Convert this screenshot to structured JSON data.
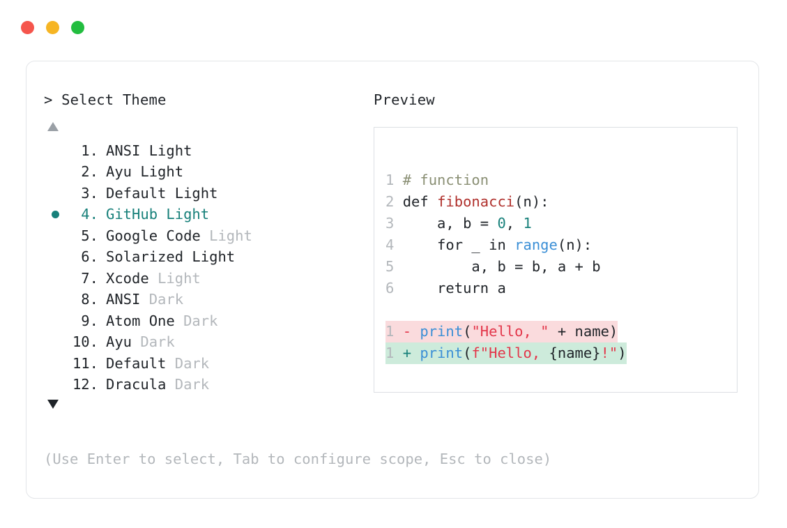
{
  "window": {
    "dots": [
      {
        "name": "close",
        "color": "#f5554c"
      },
      {
        "name": "minimize",
        "color": "#f6b524"
      },
      {
        "name": "maximize",
        "color": "#22bd3f"
      }
    ]
  },
  "prompt": {
    "title": "> Select Theme",
    "scroll_up_icon": "triangle-up-icon",
    "scroll_down_icon": "triangle-down-icon"
  },
  "themes": [
    {
      "index": " 1.",
      "name": "ANSI",
      "variant": "Light",
      "variant_dim": false,
      "selected": false
    },
    {
      "index": " 2.",
      "name": "Ayu",
      "variant": "Light",
      "variant_dim": false,
      "selected": false
    },
    {
      "index": " 3.",
      "name": "Default",
      "variant": "Light",
      "variant_dim": false,
      "selected": false
    },
    {
      "index": " 4.",
      "name": "GitHub",
      "variant": "Light",
      "variant_dim": false,
      "selected": true
    },
    {
      "index": " 5.",
      "name": "Google Code",
      "variant": "Light",
      "variant_dim": true,
      "selected": false
    },
    {
      "index": " 6.",
      "name": "Solarized",
      "variant": "Light",
      "variant_dim": false,
      "selected": false
    },
    {
      "index": " 7.",
      "name": "Xcode",
      "variant": "Light",
      "variant_dim": true,
      "selected": false
    },
    {
      "index": " 8.",
      "name": "ANSI",
      "variant": "Dark",
      "variant_dim": true,
      "selected": false
    },
    {
      "index": " 9.",
      "name": "Atom One",
      "variant": "Dark",
      "variant_dim": true,
      "selected": false
    },
    {
      "index": "10.",
      "name": "Ayu",
      "variant": "Dark",
      "variant_dim": true,
      "selected": false
    },
    {
      "index": "11.",
      "name": "Default",
      "variant": "Dark",
      "variant_dim": true,
      "selected": false
    },
    {
      "index": "12.",
      "name": "Dracula",
      "variant": "Dark",
      "variant_dim": true,
      "selected": false
    }
  ],
  "hint": "(Use Enter to select, Tab to configure scope, Esc to close)",
  "preview": {
    "title": "Preview",
    "code_lines": [
      {
        "ln": "1",
        "tokens": [
          {
            "t": "# function",
            "c": "comment"
          }
        ]
      },
      {
        "ln": "2",
        "tokens": [
          {
            "t": "def ",
            "c": "kw"
          },
          {
            "t": "fibonacci",
            "c": "fn"
          },
          {
            "t": "(n):",
            "c": "plain"
          }
        ]
      },
      {
        "ln": "3",
        "tokens": [
          {
            "t": "    a, b = ",
            "c": "plain"
          },
          {
            "t": "0",
            "c": "num"
          },
          {
            "t": ", ",
            "c": "plain"
          },
          {
            "t": "1",
            "c": "num"
          }
        ]
      },
      {
        "ln": "4",
        "tokens": [
          {
            "t": "    for _ in ",
            "c": "plain"
          },
          {
            "t": "range",
            "c": "builtin"
          },
          {
            "t": "(n):",
            "c": "plain"
          }
        ]
      },
      {
        "ln": "5",
        "tokens": [
          {
            "t": "        a, b = b, a + b",
            "c": "plain"
          }
        ]
      },
      {
        "ln": "6",
        "tokens": [
          {
            "t": "    return a",
            "c": "plain"
          }
        ]
      }
    ],
    "diff_lines": [
      {
        "ln": "1",
        "kind": "del",
        "marker": "-",
        "tokens": [
          {
            "t": "print",
            "c": "call"
          },
          {
            "t": "(",
            "c": "plain"
          },
          {
            "t": "\"Hello, \"",
            "c": "str"
          },
          {
            "t": " + name)",
            "c": "plain"
          }
        ]
      },
      {
        "ln": "1",
        "kind": "add",
        "marker": "+",
        "tokens": [
          {
            "t": "print",
            "c": "call"
          },
          {
            "t": "(",
            "c": "plain"
          },
          {
            "t": "f\"Hello, ",
            "c": "str"
          },
          {
            "t": "{name}",
            "c": "plain"
          },
          {
            "t": "!\"",
            "c": "str"
          },
          {
            "t": ")",
            "c": "plain"
          }
        ]
      }
    ]
  },
  "colors": {
    "accent_teal": "#17807a",
    "diff_del_bg": "#fadbdd",
    "diff_add_bg": "#cdebdb",
    "dim_text": "#b3b7bb",
    "text": "#1f2328"
  }
}
